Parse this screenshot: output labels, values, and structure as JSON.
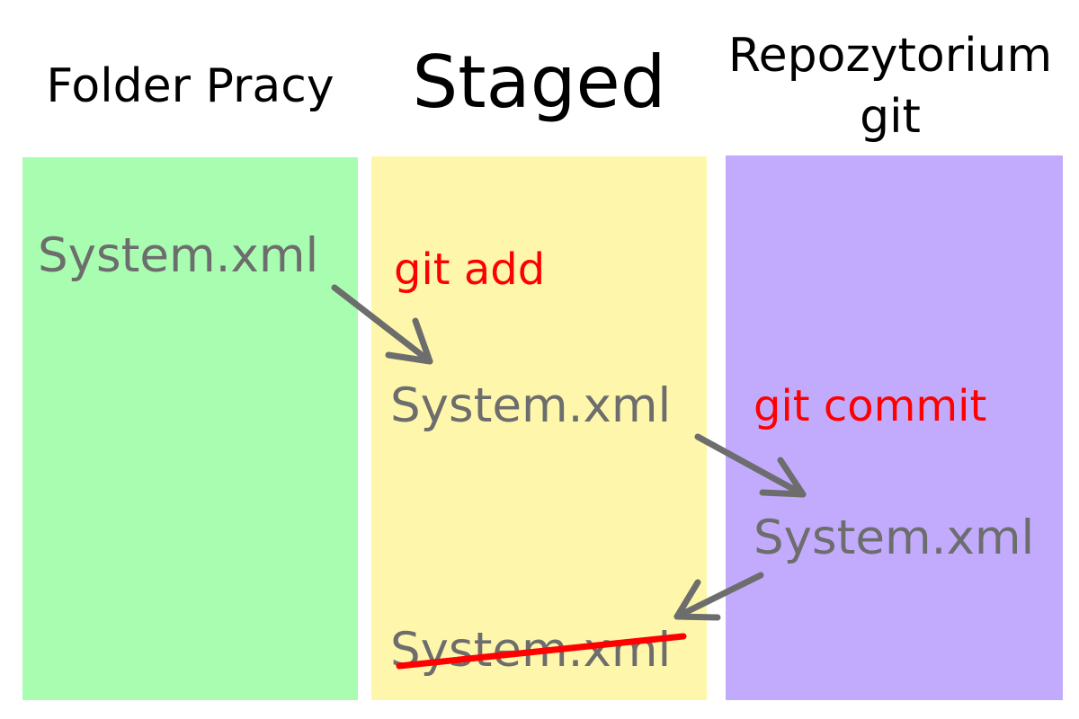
{
  "headings": {
    "working": "Folder Pracy",
    "staged": "Staged",
    "repo": "Repozytorium git"
  },
  "files": {
    "working": "System.xml",
    "staged": "System.xml",
    "repo": "System.xml",
    "staged_removed": "System.xml"
  },
  "commands": {
    "add": "git add",
    "commit": "git commit"
  },
  "colors": {
    "working_bg": "#a8fdb0",
    "staged_bg": "#fef7ab",
    "repo_bg": "#c2abfd",
    "file_text": "#6d6d6d",
    "command_text": "#ff0000",
    "arrow": "#6d6d6d",
    "strike": "#ff0000"
  }
}
